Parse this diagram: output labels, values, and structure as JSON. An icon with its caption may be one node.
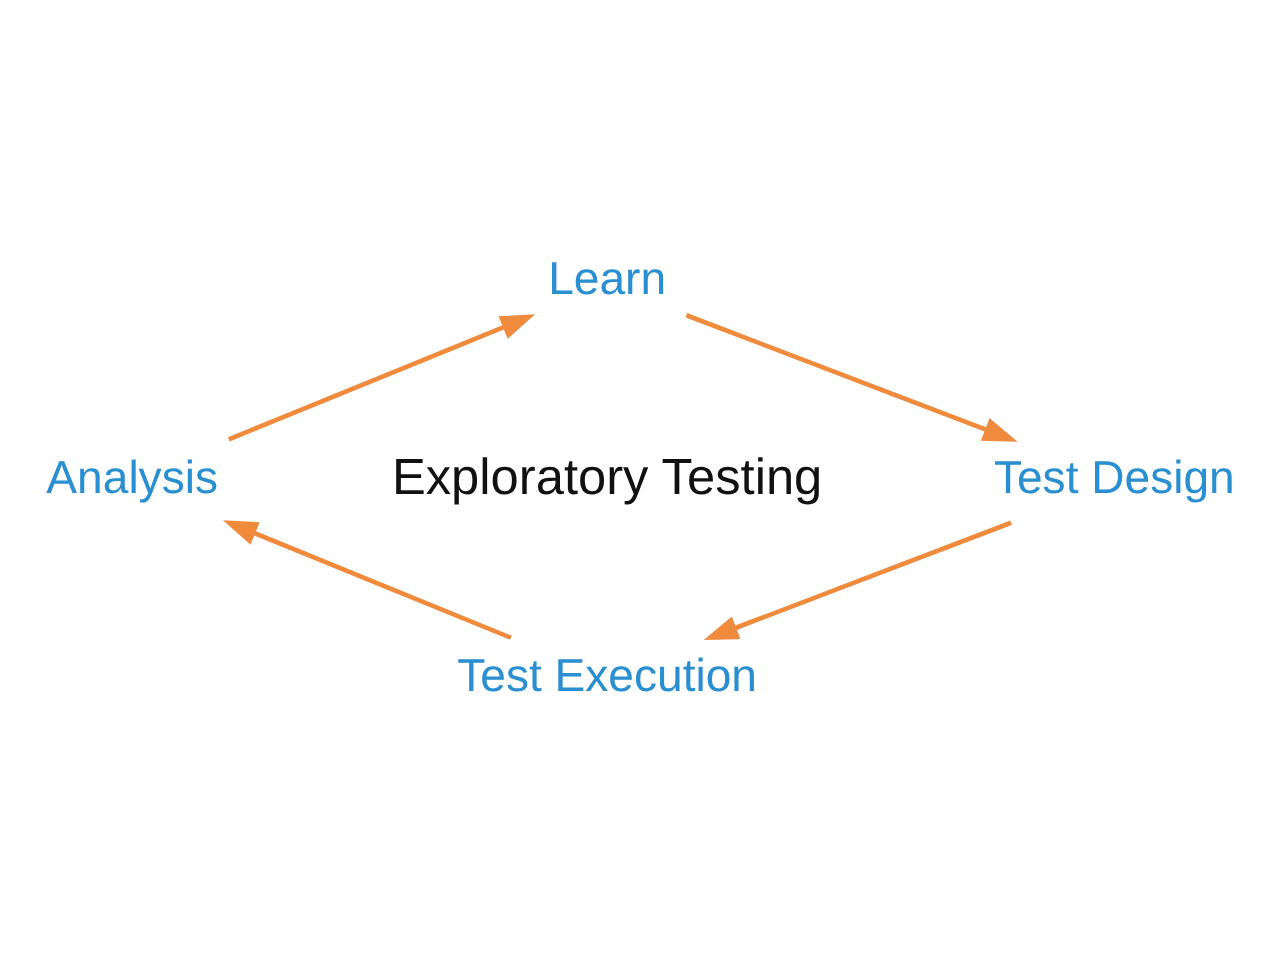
{
  "diagram": {
    "nodes": [
      {
        "text": [
          "Learn"
        ]
      },
      {
        "text": [
          "Analysis"
        ]
      },
      {
        "text": [
          "Exploratory Testing"
        ]
      },
      {
        "text": [
          "Test Design"
        ]
      },
      {
        "text": [
          "Test Execution"
        ]
      }
    ],
    "edges": [
      {
        "from": 0,
        "to": 3,
        "arrow": "to"
      },
      {
        "from": 3,
        "to": 4,
        "arrow": "to"
      },
      {
        "from": 4,
        "to": 1,
        "arrow": "to"
      },
      {
        "from": 1,
        "to": 0,
        "arrow": "to"
      }
    ]
  }
}
